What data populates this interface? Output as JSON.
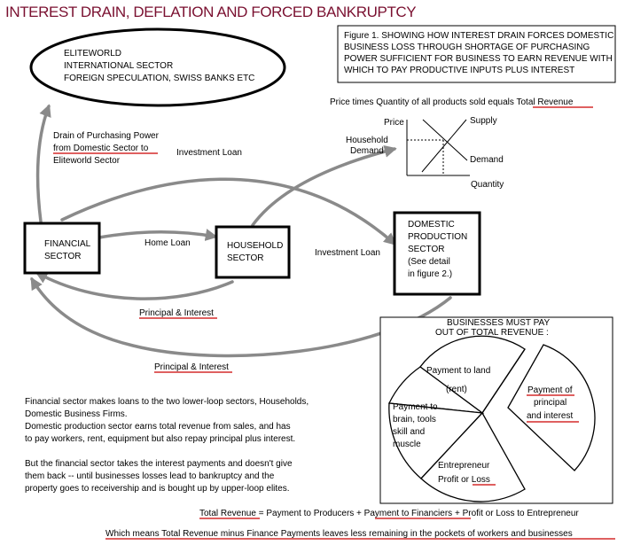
{
  "title": "INTEREST DRAIN, DEFLATION AND FORCED BANKRUPTCY",
  "figure_caption": [
    "Figure 1.  SHOWING HOW INTEREST DRAIN FORCES DOMESTIC",
    "BUSINESS LOSS THROUGH SHORTAGE OF PURCHASING",
    "POWER SUFFICIENT FOR BUSINESS TO EARN REVENUE WITH",
    "WHICH TO PAY PRODUCTIVE INPUTS PLUS INTEREST"
  ],
  "eliteworld": [
    "ELITEWORLD",
    "INTERNATIONAL SECTOR",
    "FOREIGN  SPECULATION, SWISS BANKS ETC"
  ],
  "drain_label": [
    "Drain of Purchasing Power",
    "from Domestic Sector to",
    "Eliteworld Sector"
  ],
  "financial_sector": [
    "FINANCIAL",
    "SECTOR"
  ],
  "household_sector": [
    "HOUSEHOLD",
    "SECTOR"
  ],
  "domestic_sector": [
    "DOMESTIC",
    "PRODUCTION",
    "SECTOR",
    "(See detail",
    "in figure 2.)"
  ],
  "investment_loan_top": "Investment Loan",
  "investment_loan_right": "Investment Loan",
  "home_loan": "Home Loan",
  "household_demand": [
    "Household",
    "Demand"
  ],
  "principal_interest_inner": "Principal & Interest",
  "principal_interest_outer": "Principal & Interest",
  "revenue_line": {
    "prefix": "Price times Quantity of all products sold equals ",
    "link": "Total Revenue"
  },
  "supply_demand": {
    "price": "Price",
    "supply": "Supply",
    "demand": "Demand",
    "quantity": "Quantity"
  },
  "businesses_title": [
    "BUSINESSES MUST PAY",
    "OUT OF TOTAL REVENUE :"
  ],
  "pie": {
    "land": [
      "Payment to land",
      "(rent)"
    ],
    "brain": [
      "Payment to",
      "brain, tools",
      "skill and",
      "muscle"
    ],
    "entrepreneur": {
      "line1": "Entrepreneur",
      "profit": "Profit or ",
      "loss": "Loss"
    },
    "principal": [
      "Payment of",
      "principal",
      "and interest"
    ]
  },
  "body_text": [
    "Financial sector makes loans to the two lower-loop sectors, Households,",
    "Domestic Business Firms.",
    "Domestic production sector earns total revenue from sales, and has",
    "to pay workers, rent, equipment but also repay principal plus interest.",
    "",
    "But the financial sector takes the interest payments and doesn't give",
    "them back  -- until businesses losses lead to bankruptcy and the",
    "property goes to receivership and is bought up by upper-loop elites."
  ],
  "equation": {
    "t1": "Total Revenue",
    "t2": " = Payment to Producers + ",
    "t3": "Payment to Financiers",
    "t4": " + Profit or Loss to Entrepreneur"
  },
  "conclusion": "Which means  Total Revenue minus Finance Payments leaves less remaining in the pockets of workers and businesses",
  "colors": {
    "arrow": "#8a8a8a",
    "underline": "#cc0000",
    "title": "#7a1030"
  }
}
